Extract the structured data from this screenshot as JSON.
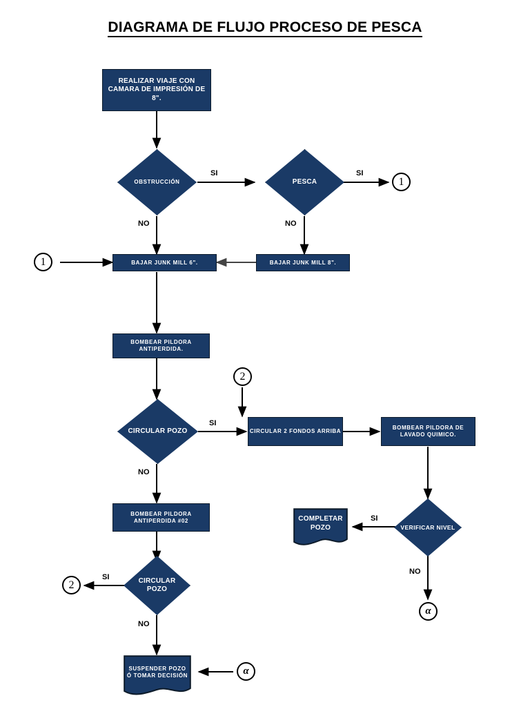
{
  "document": {
    "title": "DIAGRAMA DE FLUJO PROCESO DE PESCA",
    "type": "flowchart",
    "accent_color": "#1a3a66",
    "border_color": "#0d1b2a",
    "text_color": "#ffffff",
    "background": "#ffffff"
  },
  "nodes": {
    "realizar_viaje": {
      "label": "REALIZAR VIAJE CON CAMARA DE IMPRESIÓN DE 8\".",
      "shape": "process"
    },
    "obstruccion": {
      "label": "OBSTRUCCIÓN",
      "shape": "decision"
    },
    "pesca": {
      "label": "PESCA",
      "shape": "decision"
    },
    "junk_mill_6": {
      "label": "BAJAR JUNK MILL  6\".",
      "shape": "process"
    },
    "junk_mill_8": {
      "label": "BAJAR JUNK MILL  8\".",
      "shape": "process"
    },
    "bombear_pildora": {
      "label": "BOMBEAR PILDORA ANTIPERDIDA.",
      "shape": "process"
    },
    "circular_pozo_1": {
      "label": "CIRCULAR POZO",
      "shape": "decision"
    },
    "circular_2_fondos": {
      "label": "CIRCULAR 2 FONDOS ARRIBA",
      "shape": "process"
    },
    "pildora_lavado": {
      "label": "BOMBEAR PILDORA DE LAVADO QUIMICO.",
      "shape": "process"
    },
    "verificar_nivel": {
      "label": "VERIFICAR NIVEL",
      "shape": "decision"
    },
    "completar_pozo": {
      "label": "COMPLETAR POZO",
      "shape": "document"
    },
    "bombear_pildora_02": {
      "label": "BOMBEAR PILDORA ANTIPERDIDA #02",
      "shape": "process"
    },
    "circular_pozo_2": {
      "label": "CIRCULAR POZO",
      "shape": "decision"
    },
    "suspender_pozo": {
      "label": "SUSPENDER POZO Ó TOMAR DECISIÓN",
      "shape": "document"
    }
  },
  "connectors": {
    "one_right": "1",
    "one_left": "1",
    "two_top": "2",
    "two_left": "2",
    "alpha_right": "α",
    "alpha_bottom": "α"
  },
  "edge_labels": {
    "obstruccion_si": "SI",
    "obstruccion_no": "NO",
    "pesca_si": "SI",
    "pesca_no": "NO",
    "circular1_si": "SI",
    "circular1_no": "NO",
    "verificar_si": "SI",
    "verificar_no": "NO",
    "circular2_si": "SI",
    "circular2_no": "NO"
  },
  "flow": [
    {
      "from": "realizar_viaje",
      "to": "obstruccion",
      "label": ""
    },
    {
      "from": "obstruccion",
      "to": "pesca",
      "label": "SI"
    },
    {
      "from": "obstruccion",
      "to": "junk_mill_6",
      "label": "NO"
    },
    {
      "from": "pesca",
      "to": "one_right",
      "label": "SI"
    },
    {
      "from": "pesca",
      "to": "junk_mill_8",
      "label": "NO"
    },
    {
      "from": "one_left",
      "to": "junk_mill_6",
      "label": ""
    },
    {
      "from": "junk_mill_8",
      "to": "junk_mill_6",
      "label": ""
    },
    {
      "from": "junk_mill_6",
      "to": "bombear_pildora",
      "label": ""
    },
    {
      "from": "bombear_pildora",
      "to": "circular_pozo_1",
      "label": ""
    },
    {
      "from": "circular_pozo_1",
      "to": "circular_2_fondos",
      "label": "SI"
    },
    {
      "from": "two_top",
      "to": "circular_2_fondos",
      "label": ""
    },
    {
      "from": "circular_2_fondos",
      "to": "pildora_lavado",
      "label": ""
    },
    {
      "from": "pildora_lavado",
      "to": "verificar_nivel",
      "label": ""
    },
    {
      "from": "verificar_nivel",
      "to": "completar_pozo",
      "label": "SI"
    },
    {
      "from": "verificar_nivel",
      "to": "alpha_bottom",
      "label": "NO"
    },
    {
      "from": "circular_pozo_1",
      "to": "bombear_pildora_02",
      "label": "NO"
    },
    {
      "from": "bombear_pildora_02",
      "to": "circular_pozo_2",
      "label": ""
    },
    {
      "from": "circular_pozo_2",
      "to": "two_left",
      "label": "SI"
    },
    {
      "from": "circular_pozo_2",
      "to": "suspender_pozo",
      "label": "NO"
    },
    {
      "from": "alpha_right",
      "to": "suspender_pozo",
      "label": ""
    }
  ]
}
